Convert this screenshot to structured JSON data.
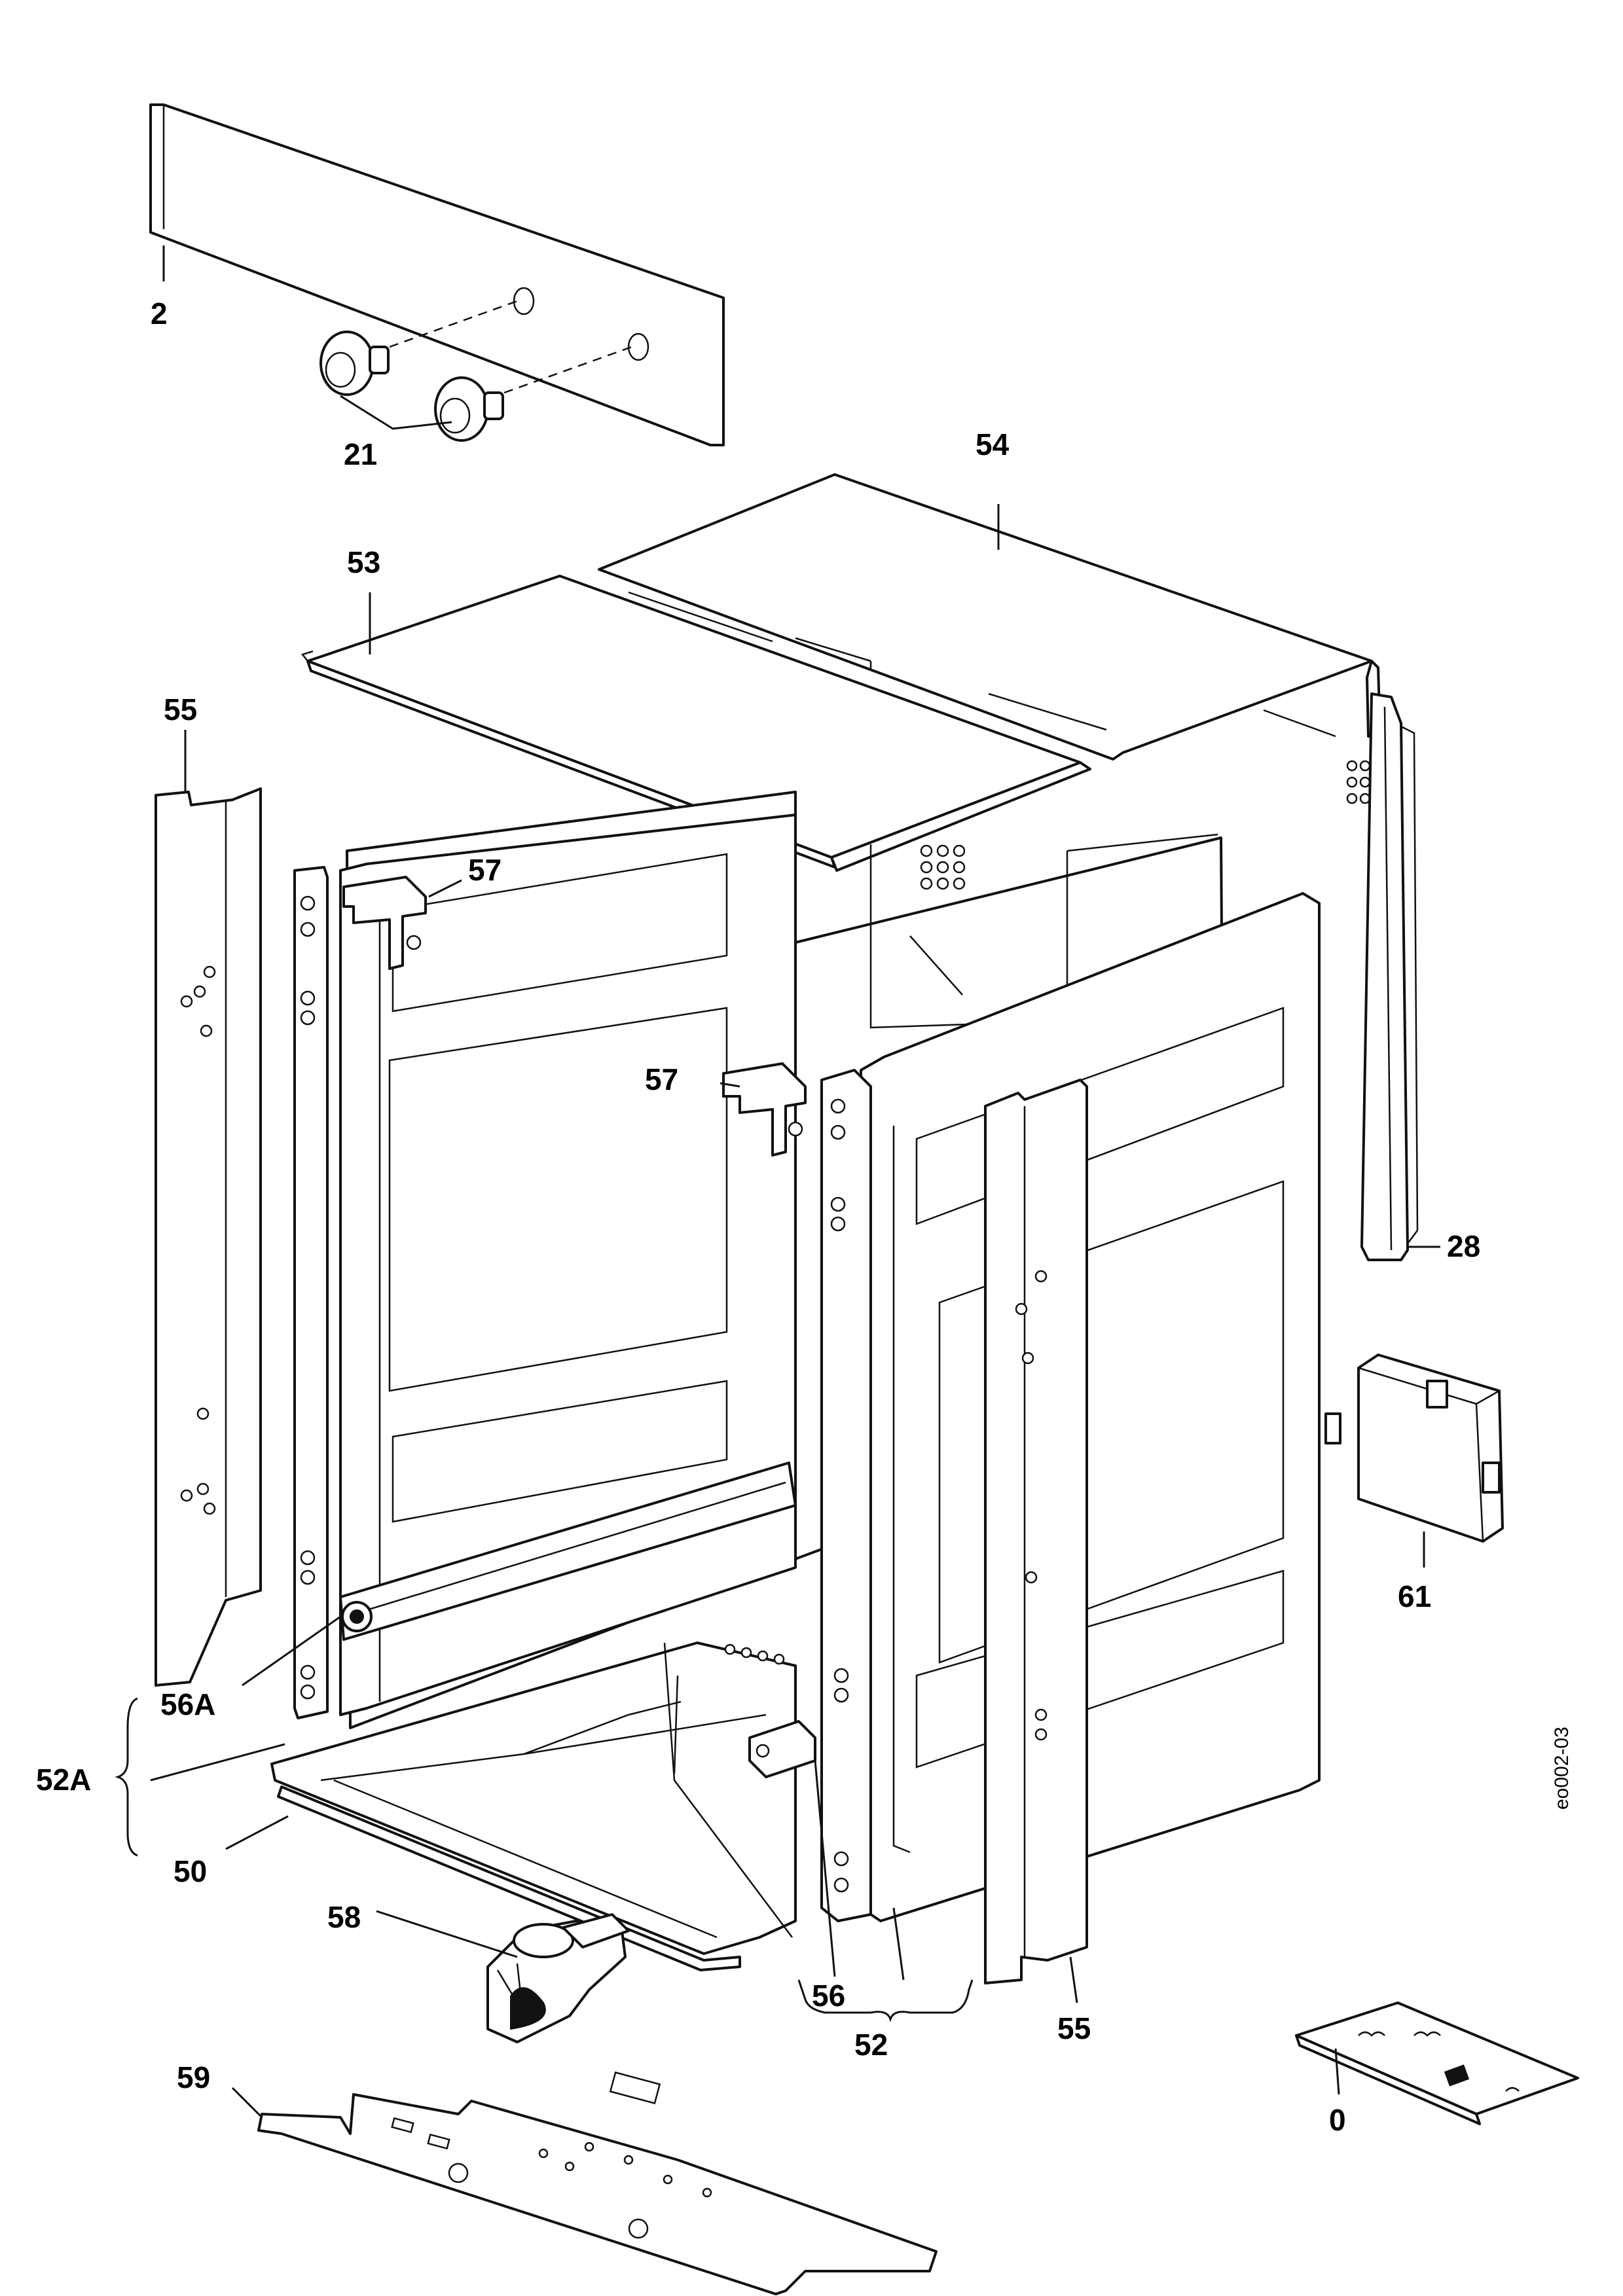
{
  "callouts": {
    "p2": "2",
    "p21": "21",
    "p53": "53",
    "p54": "54",
    "p55_left": "55",
    "p57_left": "57",
    "p57_center": "57",
    "p28": "28",
    "p61": "61",
    "p56A": "56A",
    "p52A": "52A",
    "p50": "50",
    "p58": "58",
    "p59": "59",
    "p56": "56",
    "p52": "52",
    "p55_right": "55",
    "p0": "0"
  },
  "drawing_code": "eo002-03",
  "colors": {
    "line": "#111111",
    "background": "#ffffff"
  }
}
